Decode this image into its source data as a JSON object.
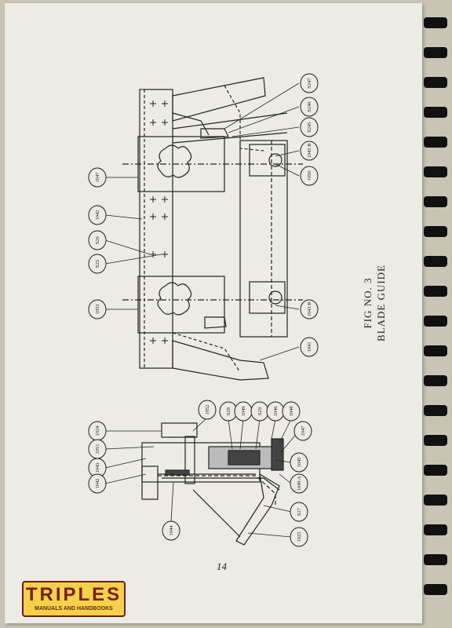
{
  "figure": {
    "title": "FIG NO. 3",
    "subtitle": "BLADE GUIDE"
  },
  "page_number": "14",
  "logo": {
    "name": "TRIPLES",
    "tagline": "MANUALS AND HANDBOOKS"
  },
  "callouts_top": [
    "S247",
    "S246",
    "S245",
    "1043 B",
    "1050",
    "1047",
    "1042",
    "S26",
    "S25",
    "1053",
    "1043 B",
    "1041"
  ],
  "callouts_bottom": [
    "1024",
    "1051",
    "1043",
    "1042",
    "1052",
    "S28",
    "1049",
    "S29",
    "1046",
    "1048",
    "1047",
    "1045",
    "1049 A",
    "S27",
    "1025",
    "1044"
  ]
}
